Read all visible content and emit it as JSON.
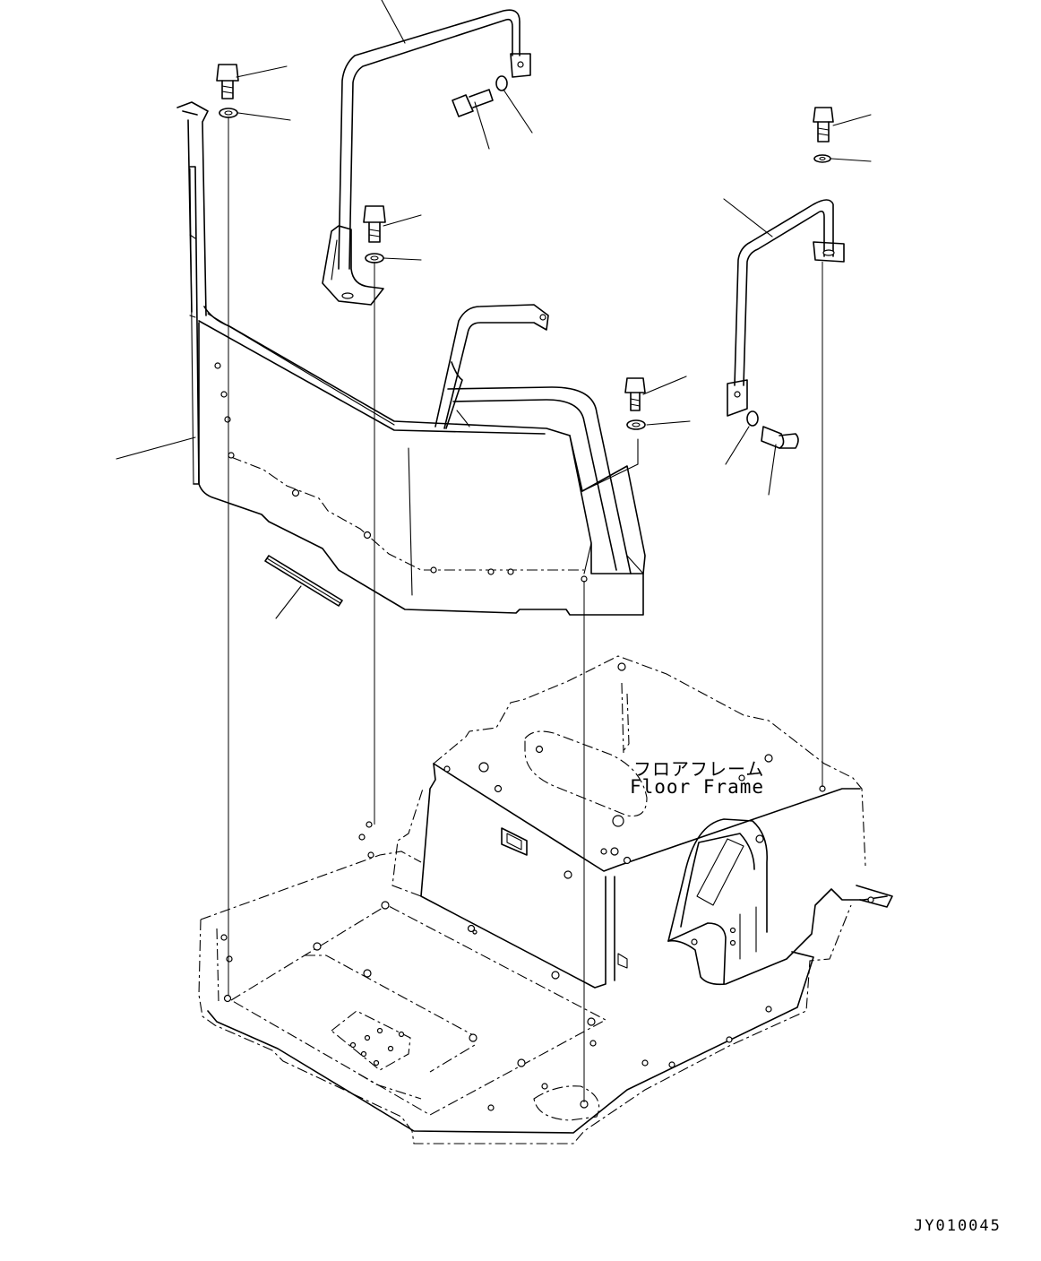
{
  "labels": {
    "part_name_jp": "フロアフレーム",
    "part_name_en": "Floor Frame"
  },
  "drawing_code": "JY010045"
}
